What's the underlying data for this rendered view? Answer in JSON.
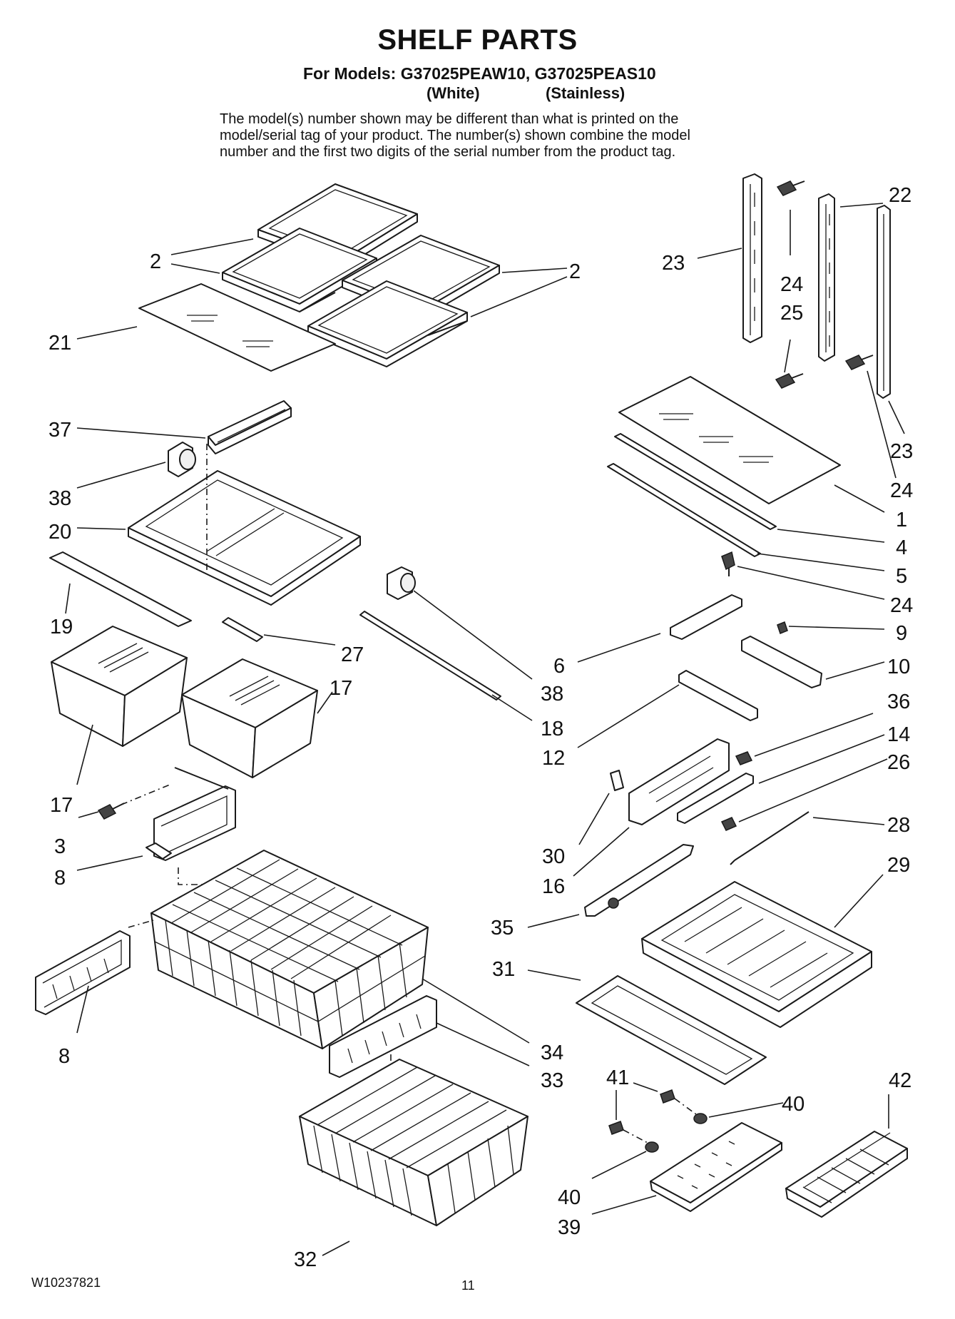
{
  "header": {
    "title": "SHELF PARTS",
    "models_line": "For Models: G37025PEAW10, G37025PEAS10",
    "variant_white": "(White)",
    "variant_stainless": "(Stainless)",
    "note_lines": [
      "The model(s) number shown may be different than what is printed on the",
      "model/serial tag of your product. The number(s) shown combine the model",
      "number and the first two digits of the serial number from the product tag."
    ]
  },
  "footer": {
    "document_number": "W10237821",
    "page_number": "11"
  },
  "callouts": [
    {
      "id": "c2a",
      "label": "2"
    },
    {
      "id": "c2b",
      "label": "2"
    },
    {
      "id": "c21",
      "label": "21"
    },
    {
      "id": "c37",
      "label": "37"
    },
    {
      "id": "c38a",
      "label": "38"
    },
    {
      "id": "c20",
      "label": "20"
    },
    {
      "id": "c19",
      "label": "19"
    },
    {
      "id": "c27",
      "label": "27"
    },
    {
      "id": "c17a",
      "label": "17"
    },
    {
      "id": "c17b",
      "label": "17"
    },
    {
      "id": "c38b",
      "label": "38"
    },
    {
      "id": "c18",
      "label": "18"
    },
    {
      "id": "c3",
      "label": "3"
    },
    {
      "id": "c8a",
      "label": "8"
    },
    {
      "id": "c8b",
      "label": "8"
    },
    {
      "id": "c34",
      "label": "34"
    },
    {
      "id": "c33",
      "label": "33"
    },
    {
      "id": "c32",
      "label": "32"
    },
    {
      "id": "c22",
      "label": "22"
    },
    {
      "id": "c23a",
      "label": "23"
    },
    {
      "id": "c24a",
      "label": "24"
    },
    {
      "id": "c25",
      "label": "25"
    },
    {
      "id": "c23b",
      "label": "23"
    },
    {
      "id": "c24b",
      "label": "24"
    },
    {
      "id": "c1",
      "label": "1"
    },
    {
      "id": "c4",
      "label": "4"
    },
    {
      "id": "c5",
      "label": "5"
    },
    {
      "id": "c24c",
      "label": "24"
    },
    {
      "id": "c6",
      "label": "6"
    },
    {
      "id": "c9",
      "label": "9"
    },
    {
      "id": "c10",
      "label": "10"
    },
    {
      "id": "c12",
      "label": "12"
    },
    {
      "id": "c36",
      "label": "36"
    },
    {
      "id": "c14",
      "label": "14"
    },
    {
      "id": "c26",
      "label": "26"
    },
    {
      "id": "c28",
      "label": "28"
    },
    {
      "id": "c30",
      "label": "30"
    },
    {
      "id": "c16",
      "label": "16"
    },
    {
      "id": "c29",
      "label": "29"
    },
    {
      "id": "c35",
      "label": "35"
    },
    {
      "id": "c31",
      "label": "31"
    },
    {
      "id": "c41",
      "label": "41"
    },
    {
      "id": "c40a",
      "label": "40"
    },
    {
      "id": "c42",
      "label": "42"
    },
    {
      "id": "c40b",
      "label": "40"
    },
    {
      "id": "c39",
      "label": "39"
    }
  ]
}
